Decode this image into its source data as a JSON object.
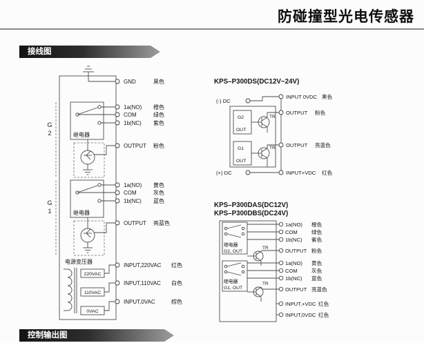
{
  "page": {
    "title": "防碰撞型光电传感器",
    "section_wiring": "接线图",
    "section_control": "控制输出图"
  },
  "left": {
    "g2": "G2",
    "g1": "G1",
    "relay": "继电器",
    "transformer": "电源变压器",
    "taps": [
      "220VAC",
      "110VAC",
      "0VAC"
    ],
    "terminals": [
      {
        "label": "GND",
        "color": "黑色"
      },
      {
        "label": "1a(NO)",
        "color": "橙色"
      },
      {
        "label": "COM",
        "color": "绿色"
      },
      {
        "label": "1b(NC)",
        "color": "紫色"
      },
      {
        "label": "OUTPUT",
        "color": "粉色"
      },
      {
        "label": "1a(NO)",
        "color": "黄色"
      },
      {
        "label": "COM",
        "color": "灰色"
      },
      {
        "label": "1b(NC)",
        "color": "蓝色"
      },
      {
        "label": "OUTPUT",
        "color": "亮蓝色"
      },
      {
        "label": "INPUT,220VAC",
        "color": "红色"
      },
      {
        "label": "INPUT,110VAC",
        "color": "白色"
      },
      {
        "label": "INPUT,0VAC",
        "color": "棕色"
      }
    ]
  },
  "dc": {
    "title": "KPS–P300DS(DC12V~24V)",
    "minus": "(-) DC",
    "plus": "(+) DC",
    "g2": "G2",
    "g1": "G1",
    "out": "OUT",
    "tr": "TR",
    "terminals": [
      {
        "label": "INPUT 0VDC",
        "color": "黑色"
      },
      {
        "label": "OUTPUT",
        "color": "粉色"
      },
      {
        "label": "OUTPUT",
        "color": "亮蓝色"
      },
      {
        "label": "INPUT+VDC",
        "color": "红色"
      }
    ]
  },
  "das": {
    "title1": "KPS–P300DAS(DC12V)",
    "title2": "KPS–P300DBS(DC24V)",
    "relay": "继电器",
    "g2_out": "G2, OUT",
    "g1_out": "G1, OUT",
    "tr": "TR",
    "terminals": [
      {
        "label": "1a(NO)",
        "color": "橙色"
      },
      {
        "label": "COM",
        "color": "绿色"
      },
      {
        "label": "1b(NC)",
        "color": "紫色"
      },
      {
        "label": "OUTPUT",
        "color": "粉色"
      },
      {
        "label": "1a(NO)",
        "color": "黄色"
      },
      {
        "label": "COM",
        "color": "灰色"
      },
      {
        "label": "1b(NC)",
        "color": "蓝色"
      },
      {
        "label": "OUTPUT",
        "color": "亮蓝色"
      },
      {
        "label": "INPUT,+VDC",
        "color": "红色"
      },
      {
        "label": "INPUT,0VDC",
        "color": "红色"
      }
    ]
  }
}
